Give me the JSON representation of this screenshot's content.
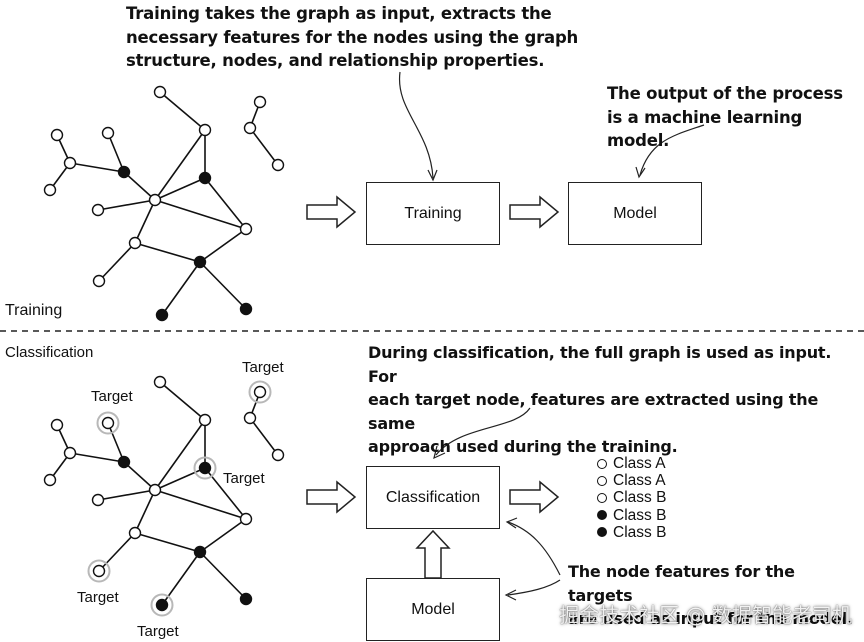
{
  "training": {
    "annotation_lines": [
      "Training takes the graph as input, extracts the",
      "necessary features for the nodes using the graph",
      "structure, nodes, and relationship properties."
    ],
    "output_lines": [
      "The output of the process",
      "is a machine learning model."
    ],
    "section_label": "Training",
    "training_box": "Training",
    "model_box": "Model"
  },
  "classification": {
    "section_label": "Classification",
    "annotation_lines": [
      "During classification, the full graph is used as input. For",
      "each target node, features are extracted using the same",
      "approach used during the training."
    ],
    "features_lines": [
      "The node features for the targets",
      "are used as input for the model."
    ],
    "classification_box": "Classification",
    "model_box": "Model",
    "target_label": "Target",
    "results": [
      {
        "label": "Class A",
        "filled": false
      },
      {
        "label": "Class A",
        "filled": false
      },
      {
        "label": "Class B",
        "filled": false
      },
      {
        "label": "Class B",
        "filled": true
      },
      {
        "label": "Class B",
        "filled": true
      }
    ]
  },
  "watermark": "掘金技术社区 @ 数据智能老司机"
}
